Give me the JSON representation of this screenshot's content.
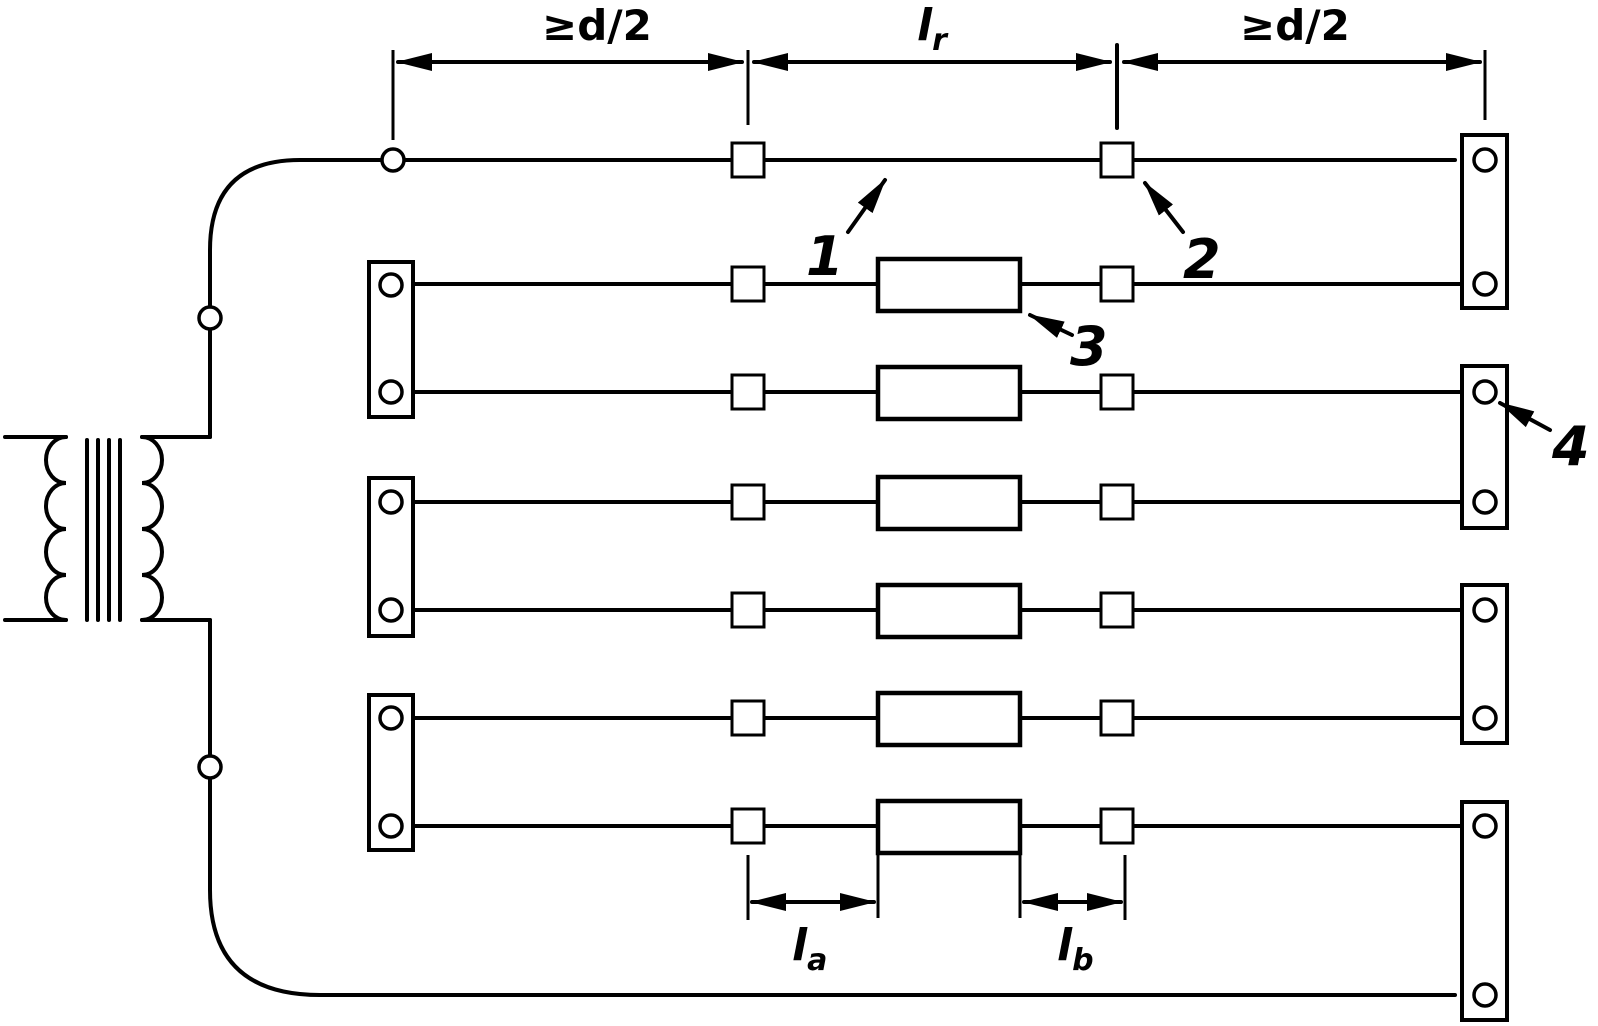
{
  "dimensions": {
    "left_span": "≥d/2",
    "center_span_main": "l",
    "center_span_sub": "r",
    "right_span": "≥d/2",
    "bottom_a_main": "l",
    "bottom_a_sub": "a",
    "bottom_b_main": "l",
    "bottom_b_sub": "b"
  },
  "callouts": {
    "c1": "1",
    "c2": "2",
    "c3": "3",
    "c4": "4"
  }
}
